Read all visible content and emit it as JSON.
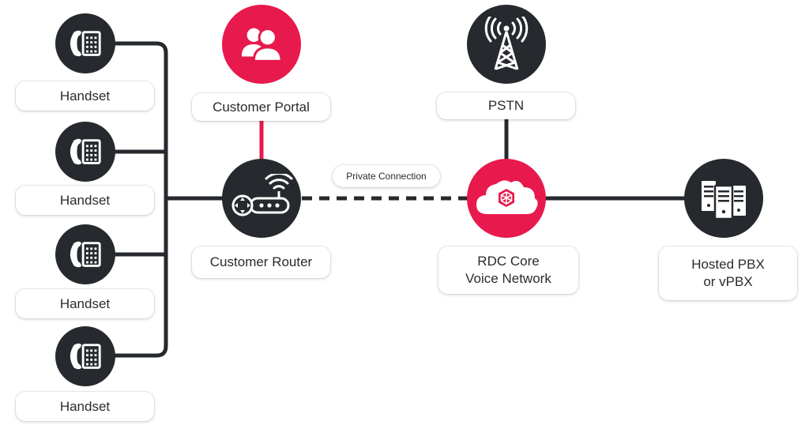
{
  "handsets": [
    {
      "label": "Handset",
      "icon": "phone-icon"
    },
    {
      "label": "Handset",
      "icon": "phone-icon"
    },
    {
      "label": "Handset",
      "icon": "phone-icon"
    },
    {
      "label": "Handset",
      "icon": "phone-icon"
    }
  ],
  "customer_portal": {
    "label": "Customer Portal",
    "icon": "users-icon"
  },
  "customer_router": {
    "label": "Customer Router",
    "icon": "router-icon"
  },
  "private_connection": {
    "label": "Private Connection"
  },
  "pstn": {
    "label": "PSTN",
    "icon": "antenna-tower-icon"
  },
  "rdc_core": {
    "line1": "RDC Core",
    "line2": "Voice Network",
    "icon": "cloud-icon"
  },
  "hosted_pbx": {
    "line1": "Hosted PBX",
    "line2": "or vPBX",
    "icon": "servers-icon"
  },
  "colors": {
    "dark": "#26292d",
    "accent": "#e8194c",
    "text": "#2a2b2d"
  }
}
